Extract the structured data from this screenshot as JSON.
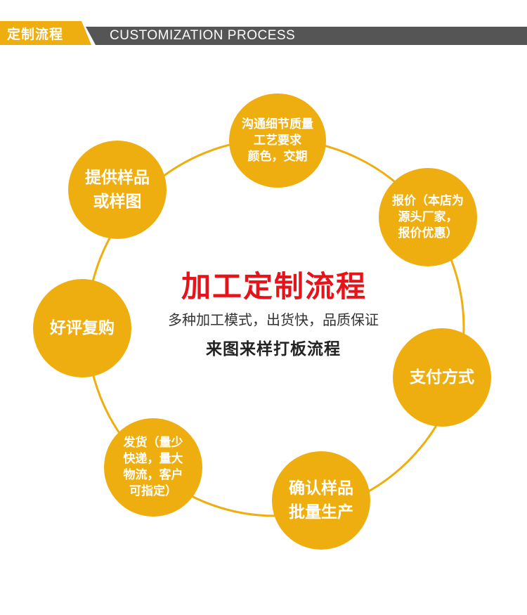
{
  "header": {
    "tag_label": "定制流程",
    "title_en": "CUSTOMIZATION PROCESS"
  },
  "colors": {
    "accent": "#efae0f",
    "header_bar": "#555555",
    "title_red": "#e6141a",
    "text_dark": "#333333"
  },
  "center": {
    "title": "加工定制流程",
    "subtitle": "多种加工模式，出货快，品质保证",
    "subtitle2": "来图来样打板流程"
  },
  "steps": [
    {
      "label": "提供样品\n或样图"
    },
    {
      "label": "沟通细节质量\n工艺要求\n颜色，交期"
    },
    {
      "label": "报价（本店为\n源头厂家，\n报价优惠）"
    },
    {
      "label": "支付方式"
    },
    {
      "label": "确认样品\n批量生产"
    },
    {
      "label": "发货（量少\n快递，量大\n物流，客户\n可指定）"
    },
    {
      "label": "好评复购"
    }
  ]
}
